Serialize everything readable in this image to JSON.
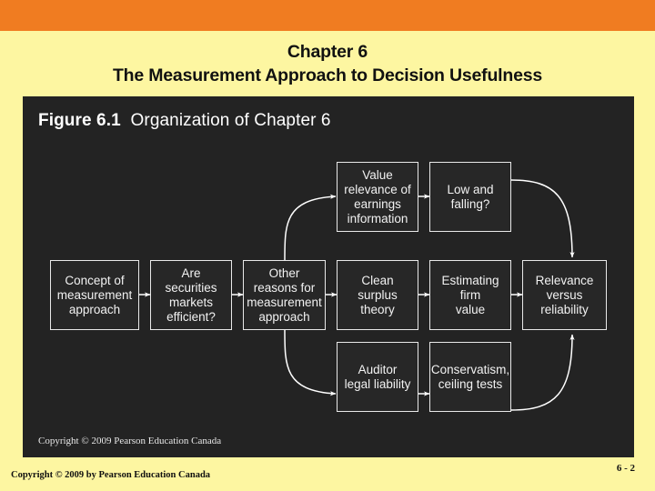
{
  "slide": {
    "background_color": "#FDF6A1",
    "accent_band_color": "#F07C21",
    "panel_color": "#232323",
    "title_line1": "Chapter 6",
    "title_line2": "The Measurement Approach to Decision Usefulness",
    "footer_copyright": "Copyright © 2009 by Pearson Education Canada",
    "page_number": "6 - 2"
  },
  "figure": {
    "label": "Figure 6.1",
    "caption": "Organization of Chapter 6",
    "copyright": "Copyright © 2009 Pearson Education Canada",
    "nodes": [
      {
        "id": "concept",
        "label": "Concept of\nmeasurement\napproach"
      },
      {
        "id": "efficient",
        "label": "Are\nsecurities\nmarkets\nefficient?"
      },
      {
        "id": "other-reasons",
        "label": "Other\nreasons for\nmeasurement\napproach"
      },
      {
        "id": "value-rel",
        "label": "Value\nrelevance of\nearnings\ninformation"
      },
      {
        "id": "low-falling",
        "label": "Low and\nfalling?"
      },
      {
        "id": "clean-surplus",
        "label": "Clean\nsurplus\ntheory"
      },
      {
        "id": "estimating",
        "label": "Estimating\nfirm\nvalue"
      },
      {
        "id": "relevance",
        "label": "Relevance\nversus\nreliability"
      },
      {
        "id": "auditor",
        "label": "Auditor\nlegal liability"
      },
      {
        "id": "conservatism",
        "label": "Conservatism,\nceiling tests"
      }
    ],
    "edges": [
      {
        "from": "concept",
        "to": "efficient"
      },
      {
        "from": "efficient",
        "to": "other-reasons"
      },
      {
        "from": "other-reasons",
        "to": "value-rel"
      },
      {
        "from": "other-reasons",
        "to": "clean-surplus"
      },
      {
        "from": "other-reasons",
        "to": "auditor"
      },
      {
        "from": "value-rel",
        "to": "low-falling"
      },
      {
        "from": "low-falling",
        "to": "relevance"
      },
      {
        "from": "clean-surplus",
        "to": "estimating"
      },
      {
        "from": "estimating",
        "to": "relevance"
      },
      {
        "from": "auditor",
        "to": "conservatism"
      },
      {
        "from": "conservatism",
        "to": "relevance"
      }
    ]
  }
}
